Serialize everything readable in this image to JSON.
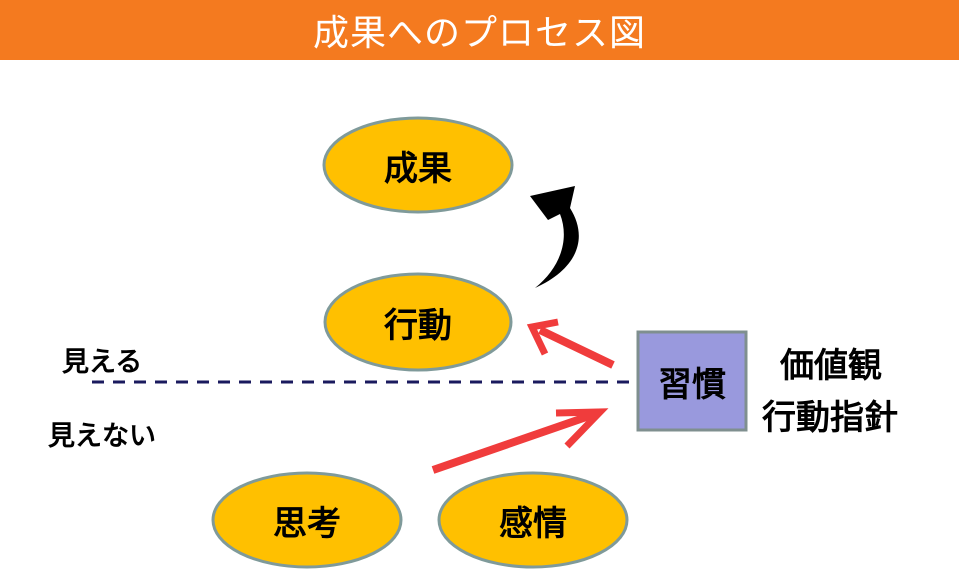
{
  "title": "成果へのプロセス図",
  "nodes": {
    "result": "成果",
    "action": "行動",
    "thinking": "思考",
    "emotion": "感情",
    "habit": "習慣"
  },
  "labels": {
    "visible": "見える",
    "invisible": "見えない",
    "values": "価値観",
    "guidelines": "行動指針"
  },
  "colors": {
    "header": "#F47A1F",
    "ellipse_fill": "#FFC000",
    "box_fill": "#9999DD",
    "arrow_red": "#F03C3C",
    "dashed_line": "#1A1A5E"
  }
}
